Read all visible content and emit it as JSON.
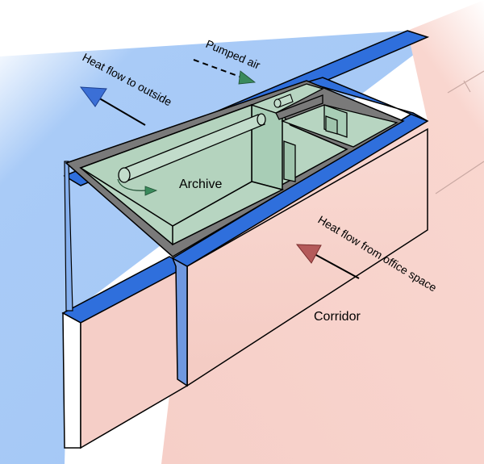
{
  "labels": {
    "heat_outside": "Heat flow to outside",
    "pumped_air": "Pumped air",
    "archive": "Archive",
    "heat_office": "Heat flow from office space",
    "corridor": "Corridor"
  },
  "colors": {
    "outside_blue": "#a9cbf7",
    "wall_blue": "#2f6fdc",
    "corridor_pink": "#f8d3cc",
    "archive_green": "#b7d5c1",
    "wall_gray": "#7a7a7a",
    "arrow_blue": "#3b6fd6",
    "arrow_red": "#b45a5a",
    "arrow_green": "#3a8a5c"
  }
}
